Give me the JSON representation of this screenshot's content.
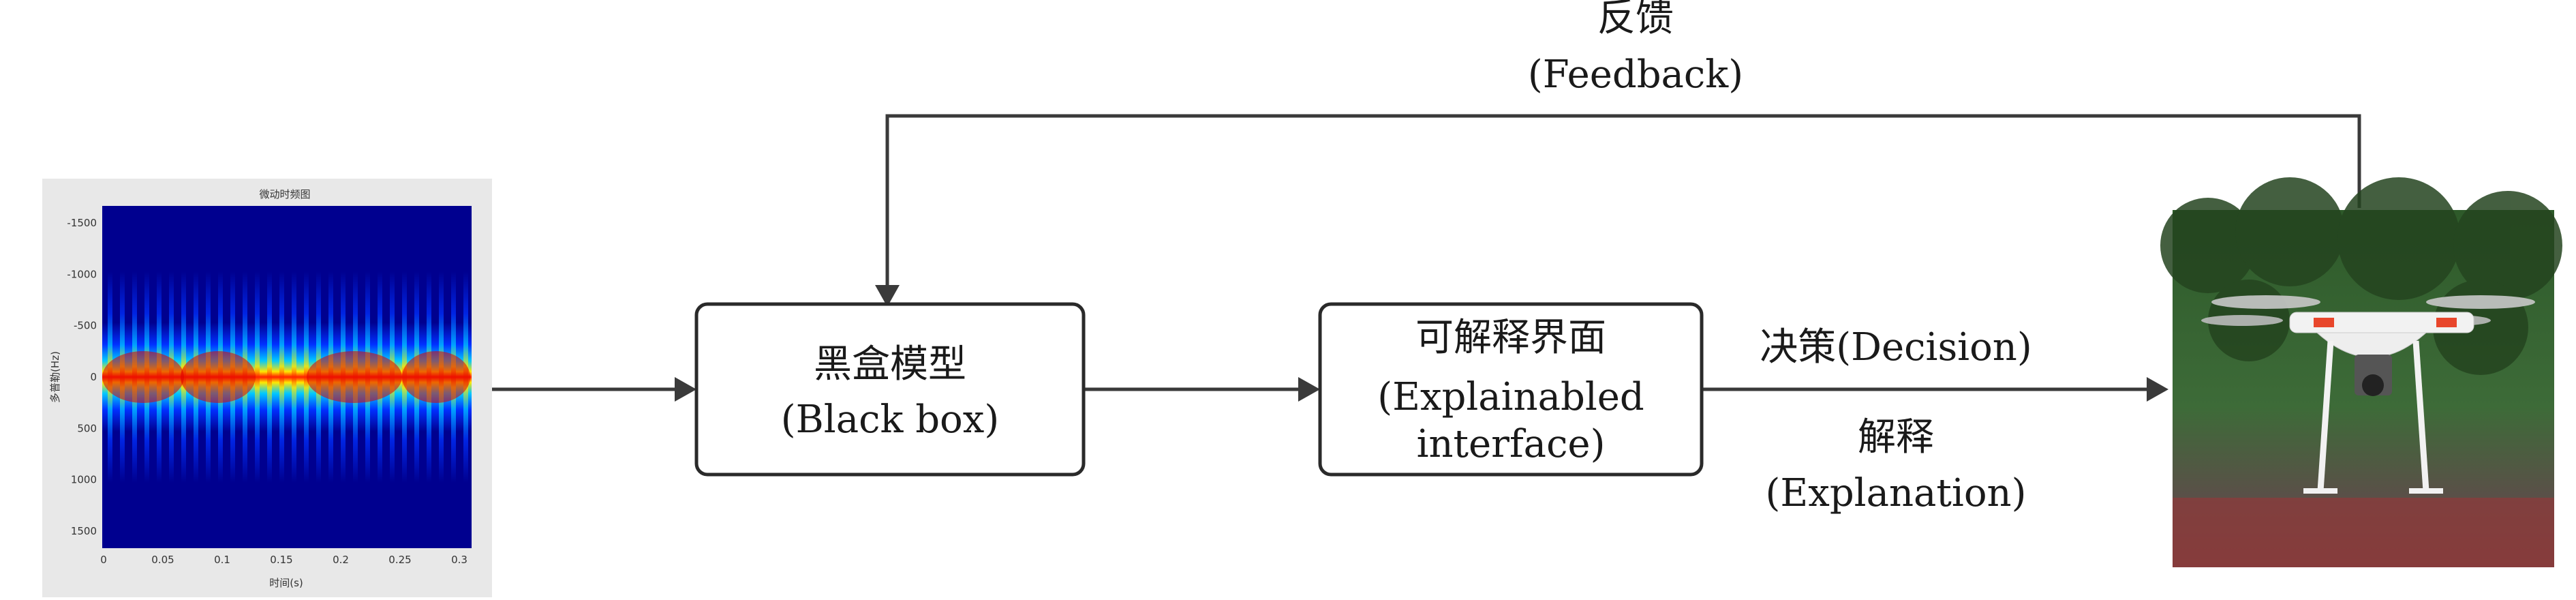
{
  "feedback": {
    "zh": "反馈",
    "en": "(Feedback)"
  },
  "black_box": {
    "zh": "黑盒模型",
    "en": "(Black box)"
  },
  "interface": {
    "zh": "可解释界面",
    "en1": "(Explainabled",
    "en2": "interface)"
  },
  "decision": {
    "label": "决策(Decision)"
  },
  "explanation": {
    "zh": "解释",
    "en": "(Explanation)"
  },
  "spectrogram": {
    "title": "微动时频图",
    "xlabel": "时间(s)",
    "ylabel": "多普勒(Hz)",
    "xticks": [
      "0",
      "0.05",
      "0.1",
      "0.15",
      "0.2",
      "0.25",
      "0.3"
    ],
    "yticks": [
      "-1500",
      "-1000",
      "-500",
      "0",
      "500",
      "1000",
      "1500"
    ]
  },
  "colors": {
    "line": "#3a3a3a",
    "box_border": "#2a2a2a",
    "colormap_bg": "#00008f"
  }
}
